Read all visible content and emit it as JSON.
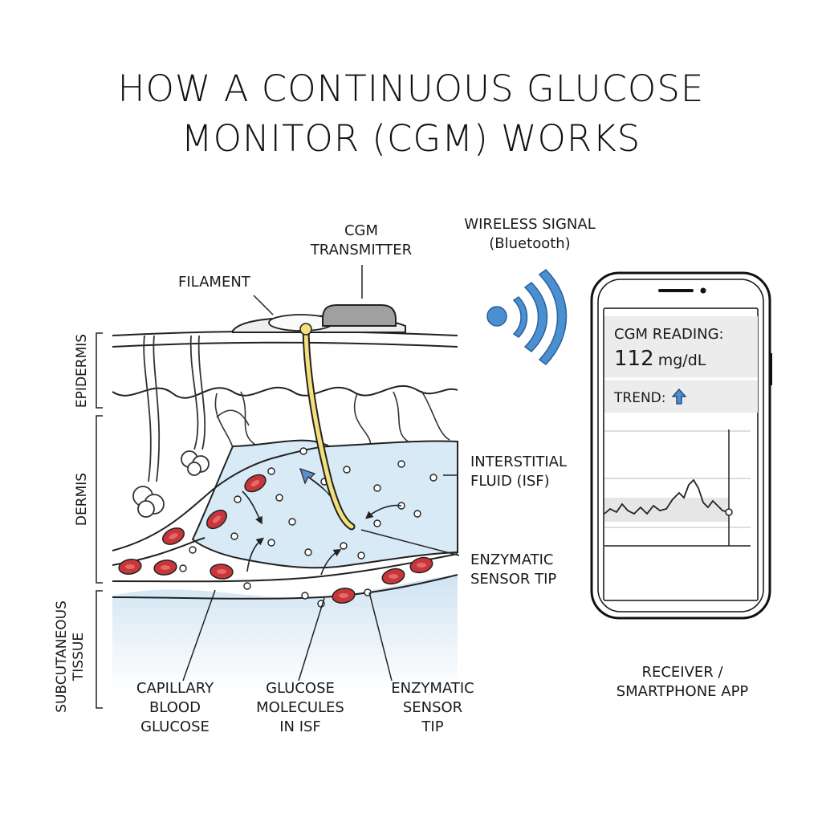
{
  "title": {
    "line1": "HOW A CONTINUOUS GLUCOSE",
    "line2": "MONITOR (CGM) WORKS"
  },
  "labels": {
    "cgm_transmitter": [
      "CGM",
      "TRANSMITTER"
    ],
    "wireless_signal": [
      "WIRELESS SIGNAL",
      "(Bluetooth)"
    ],
    "filament": "FILAMENT",
    "interstitial_fluid": [
      "INTERSTITIAL",
      "FLUID (ISF)"
    ],
    "enzymatic_sensor_tip_right": [
      "ENZYMATIC",
      "SENSOR TIP"
    ],
    "capillary_blood_glucose": [
      "CAPILLARY",
      "BLOOD",
      "GLUCOSE"
    ],
    "glucose_molecules": [
      "GLUCOSE",
      "MOLECULES",
      "IN ISF"
    ],
    "enzymatic_sensor_tip_bottom": [
      "ENZYMATIC",
      "SENSOR",
      "TIP"
    ],
    "receiver": [
      "RECEIVER /",
      "SMARTPHONE APP"
    ]
  },
  "layers": {
    "epidermis": "EPIDERMIS",
    "dermis": "DERMIS",
    "subcutaneous": [
      "SUBCUTANEOUS",
      "TISSUE"
    ]
  },
  "phone": {
    "reading_label": "CGM READING:",
    "reading_value": "112",
    "reading_unit": "mg/dL",
    "trend_label": "TREND:",
    "trend_icon": "up-arrow-icon"
  },
  "colors": {
    "signal_blue": "#4a90d0",
    "fluid_blue": "#d8eaf6",
    "blood_red": "#c8363a",
    "filament_yellow": "#f3e07a"
  }
}
